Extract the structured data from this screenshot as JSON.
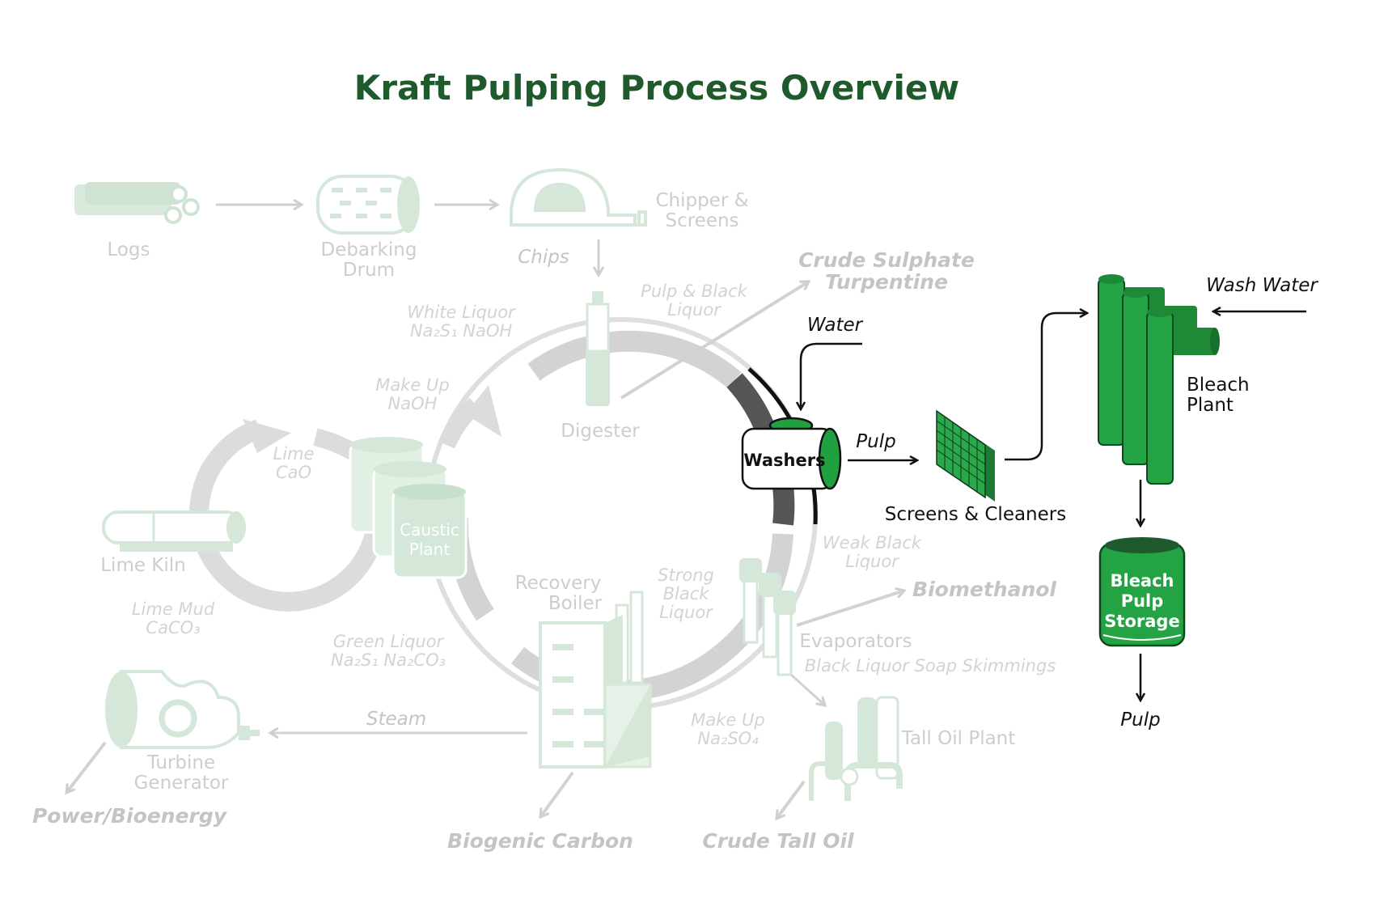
{
  "title": "Kraft Pulping Process Overview",
  "colors": {
    "accent": "#20a040",
    "accent_dark": "#1e5a2c",
    "faded_green": "#d8eedd",
    "faded_gray": "#d0d0d0"
  },
  "labels": {
    "logs": "Logs",
    "debarking": [
      "Debarking",
      "Drum"
    ],
    "chipper": [
      "Chipper &",
      "Screens"
    ],
    "chips": "Chips",
    "crude_sulphate": [
      "Crude Sulphate",
      "Turpentine"
    ],
    "water": "Water",
    "pulp_black_liquor": [
      "Pulp & Black",
      "Liquor"
    ],
    "white_liquor": [
      "White Liquor",
      "Na₂S₁ NaOH"
    ],
    "makeup_naoh": [
      "Make Up",
      "NaOH"
    ],
    "lime_cao": [
      "Lime",
      "CaO"
    ],
    "digester": "Digester",
    "washers": "Washers",
    "pulp_mid": "Pulp",
    "screens_cleaners": "Screens & Cleaners",
    "wash_water": "Wash Water",
    "bleach_plant": [
      "Bleach",
      "Plant"
    ],
    "bleach_storage": [
      "Bleach",
      "Pulp",
      "Storage"
    ],
    "pulp_out": "Pulp",
    "caustic_plant": [
      "Caustic",
      "Plant"
    ],
    "lime_kiln": "Lime Kiln",
    "lime_mud": [
      "Lime Mud",
      "CaCO₃"
    ],
    "weak_black_liquor": [
      "Weak Black",
      "Liquor"
    ],
    "biomethanol": "Biomethanol",
    "recovery_boiler": [
      "Recovery",
      "Boiler"
    ],
    "strong_black_liquor": [
      "Strong",
      "Black",
      "Liquor"
    ],
    "evaporators": "Evaporators",
    "soap_skimmings": "Black Liquor Soap Skimmings",
    "green_liquor": [
      "Green Liquor",
      "Na₂S₁ Na₂CO₃"
    ],
    "steam": "Steam",
    "turbine": [
      "Turbine",
      "Generator"
    ],
    "makeup_na2so4": [
      "Make Up",
      "Na₂SO₄"
    ],
    "tall_oil_plant": "Tall Oil Plant",
    "power": "Power/Bioenergy",
    "biogenic": "Biogenic Carbon",
    "crude_tall_oil": "Crude Tall Oil"
  },
  "icons": [
    "logs-icon",
    "debarking-drum-icon",
    "chipper-icon",
    "digester-icon",
    "washers-icon",
    "screens-cleaners-icon",
    "bleach-plant-icon",
    "bleach-storage-icon",
    "caustic-plant-icon",
    "lime-kiln-icon",
    "recovery-boiler-icon",
    "evaporators-icon",
    "turbine-generator-icon",
    "tall-oil-plant-icon"
  ]
}
